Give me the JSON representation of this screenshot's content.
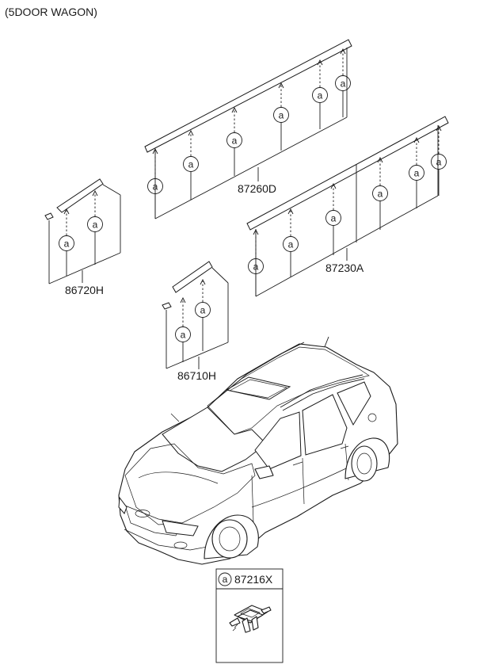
{
  "header": {
    "title": "(5DOOR WAGON)"
  },
  "callout_letter": "a",
  "parts": {
    "p87260D": "87260D",
    "p87230A": "87230A",
    "p86720H": "86720H",
    "p86710H": "86710H"
  },
  "legend": {
    "letter": "a",
    "part": "87216X"
  }
}
